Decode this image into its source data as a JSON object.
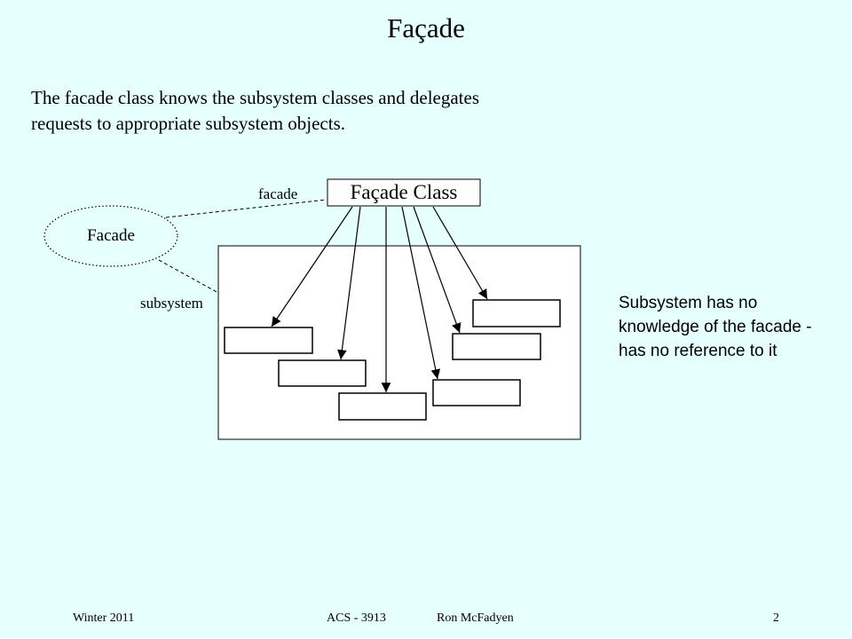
{
  "slide": {
    "title": "Façade",
    "intro": "The facade class knows the subsystem classes and delegates requests to appropriate subsystem objects.",
    "note": "Subsystem has no knowledge of the facade - has no reference to it"
  },
  "diagram": {
    "facade_class": "Façade Class",
    "ellipse_label": "Facade",
    "role_facade": "facade",
    "role_subsystem": "subsystem"
  },
  "footer": {
    "term": "Winter 2011",
    "course": "ACS - 3913",
    "author": "Ron McFadyen",
    "page": "2"
  },
  "colors": {
    "background": "#e6ffff",
    "stroke": "#000000",
    "box_fill": "#ffffff"
  }
}
